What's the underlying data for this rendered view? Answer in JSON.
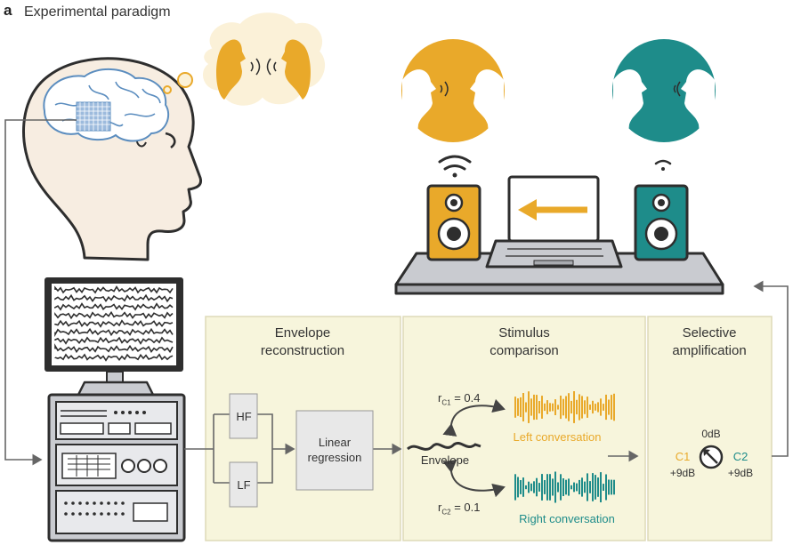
{
  "figure": {
    "panel_letter": "a",
    "title": "Experimental paradigm"
  },
  "panels": {
    "envelope": {
      "line1": "Envelope",
      "line2": "reconstruction"
    },
    "stimulus": {
      "line1": "Stimulus",
      "line2": "comparison"
    },
    "selective": {
      "line1": "Selective",
      "line2": "amplification"
    }
  },
  "filters": {
    "hf": "HF",
    "lf": "LF"
  },
  "regression": {
    "line1": "Linear",
    "line2": "regression"
  },
  "comparison": {
    "envelope_label": "Envelope",
    "r1_prefix": "r",
    "r1_sub": "C1",
    "r1_value": "= 0.4",
    "r2_prefix": "r",
    "r2_sub": "C2",
    "r2_value": "= 0.1",
    "left_label": "Left conversation",
    "right_label": "Right conversation"
  },
  "dial": {
    "top": "0dB",
    "c1": "C1",
    "c2": "C2",
    "left_gain": "+9dB",
    "right_gain": "+9dB"
  },
  "colors": {
    "orange": "#E9A92A",
    "teal": "#1E8C8A",
    "panel_bg": "#F7F5DC",
    "panel_border": "#DDDAB8",
    "gray_box": "#E8E8E8",
    "dark": "#2E2E2E",
    "brain_blue": "#5B8DBF"
  }
}
